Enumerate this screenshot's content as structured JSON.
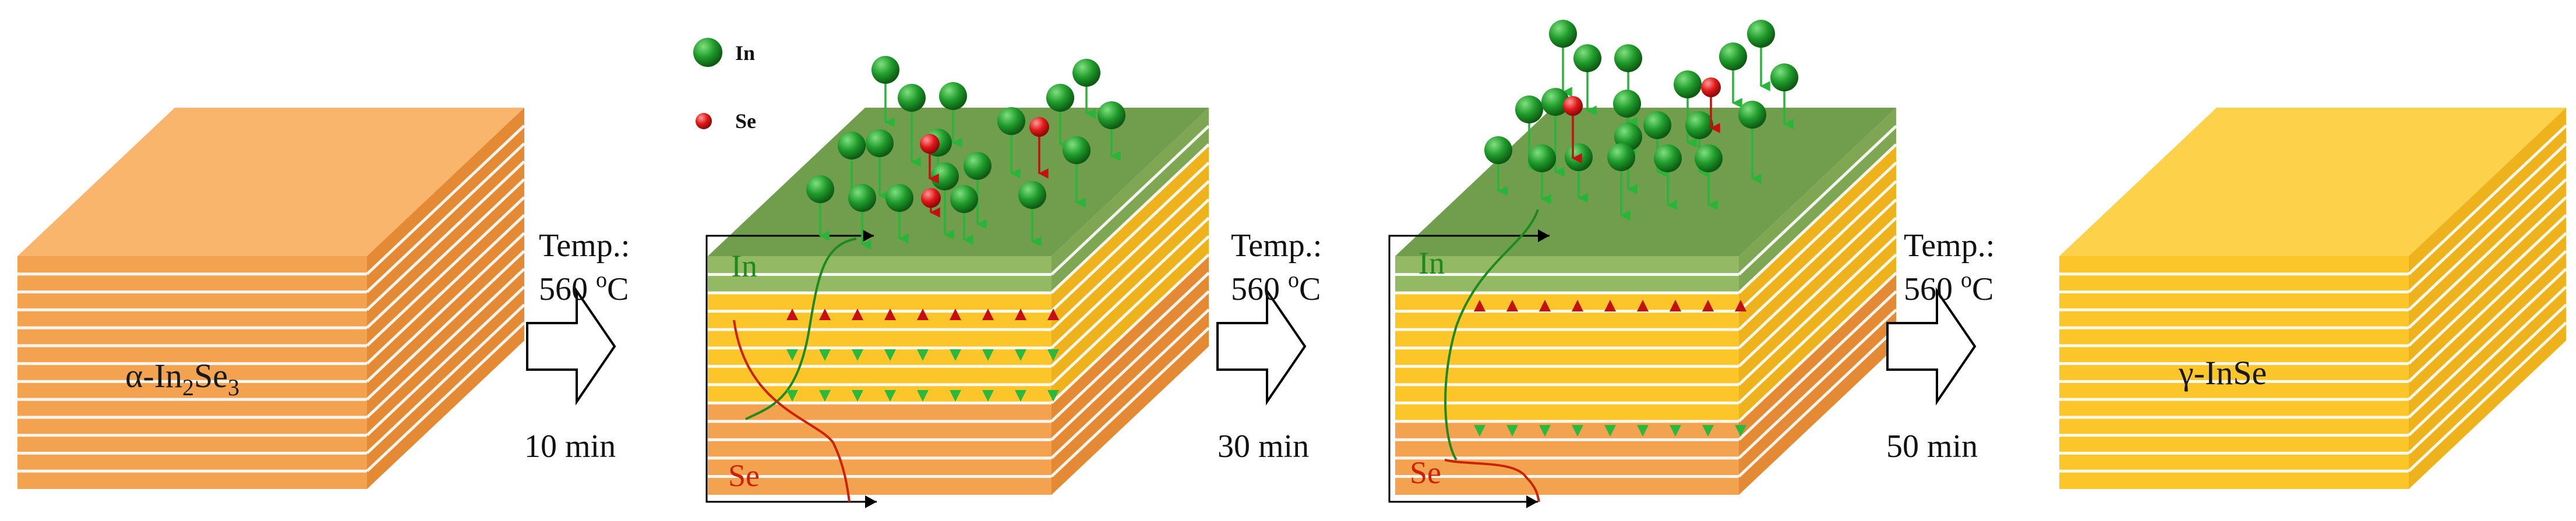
{
  "legend": {
    "items": [
      {
        "label": "In",
        "color": "#1f9a2a"
      },
      {
        "label": "Se",
        "color": "#e01818"
      }
    ]
  },
  "blocks": [
    {
      "label_prefix": "α-In",
      "sub1": "2",
      "label_mid": "Se",
      "sub2": "3"
    },
    {
      "label": "γ-InSe"
    }
  ],
  "steps": [
    {
      "temp_label": "Temp.:",
      "temp_value": "560 ",
      "temp_sup": "o",
      "temp_unit": "C",
      "time": "10 min"
    },
    {
      "temp_label": "Temp.:",
      "temp_value": "560 ",
      "temp_sup": "o",
      "temp_unit": "C",
      "time": "30 min"
    },
    {
      "temp_label": "Temp.:",
      "temp_value": "560 ",
      "temp_sup": "o",
      "temp_unit": "C",
      "time": "50 min"
    }
  ],
  "profiles": [
    {
      "in_label": "In",
      "se_label": "Se"
    },
    {
      "in_label": "In",
      "se_label": "Se"
    }
  ],
  "colors": {
    "orange_front": "#f3a250",
    "orange_side": "#e58a34",
    "orange_top": "#f9b56c",
    "yellow_front": "#fcc62a",
    "yellow_side": "#eeb31c",
    "yellow_top": "#fdd24a",
    "green_front": "#93b964",
    "green_side": "#7ea653",
    "green_top": "#709e4c",
    "in_atom": "#1c8d20",
    "se_atom": "#d81a1a",
    "in_curve": "#1e8a1e",
    "se_curve": "#cc2200"
  }
}
